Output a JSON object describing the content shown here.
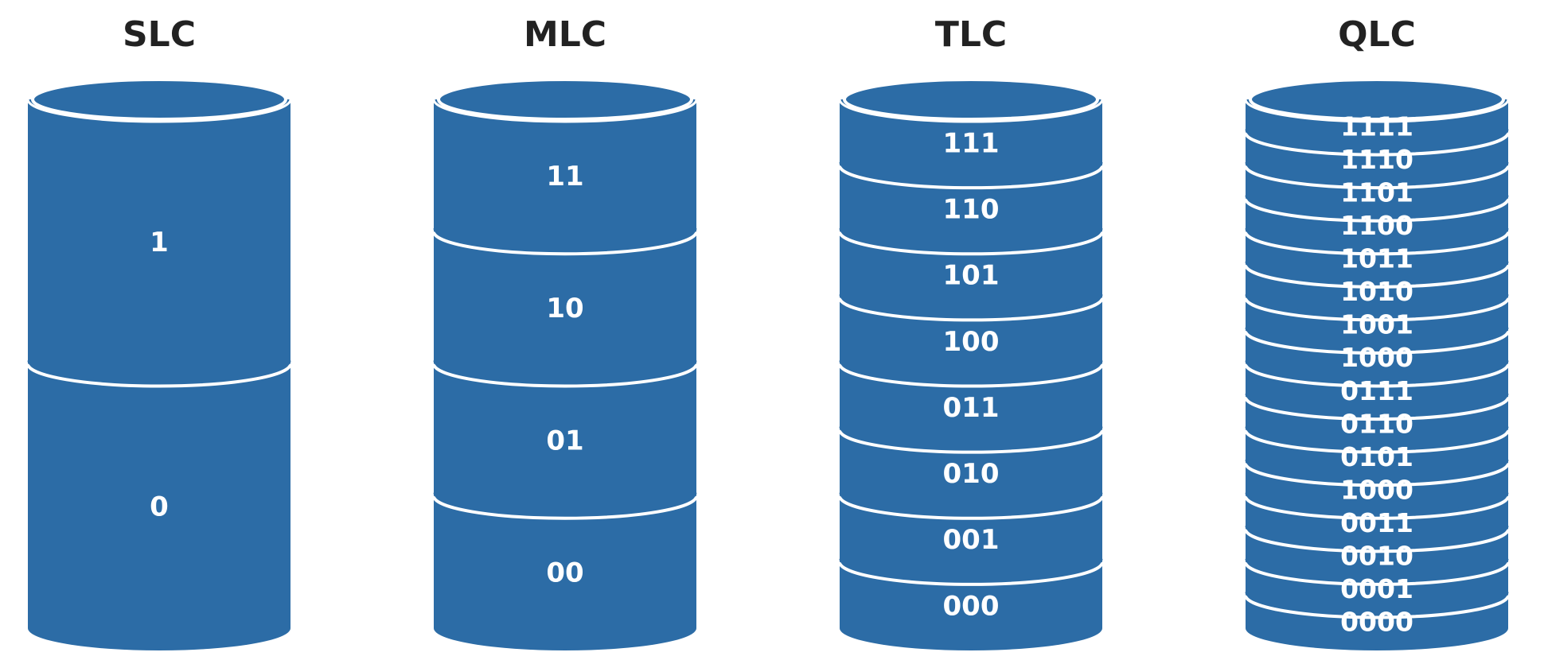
{
  "colors": {
    "cylinder_fill": "#2c6ca6",
    "separator": "#ffffff",
    "title_text": "#222222",
    "label_text": "#ffffff"
  },
  "cells": [
    {
      "title": "SLC",
      "levels": [
        "1",
        "0"
      ]
    },
    {
      "title": "MLC",
      "levels": [
        "11",
        "10",
        "01",
        "00"
      ]
    },
    {
      "title": "TLC",
      "levels": [
        "111",
        "110",
        "101",
        "100",
        "011",
        "010",
        "001",
        "000"
      ]
    },
    {
      "title": "QLC",
      "levels": [
        "1111",
        "1110",
        "1101",
        "1100",
        "1011",
        "1010",
        "1001",
        "1000",
        "0111",
        "0110",
        "0101",
        "1000",
        "0011",
        "0010",
        "0001",
        "0000"
      ]
    }
  ]
}
